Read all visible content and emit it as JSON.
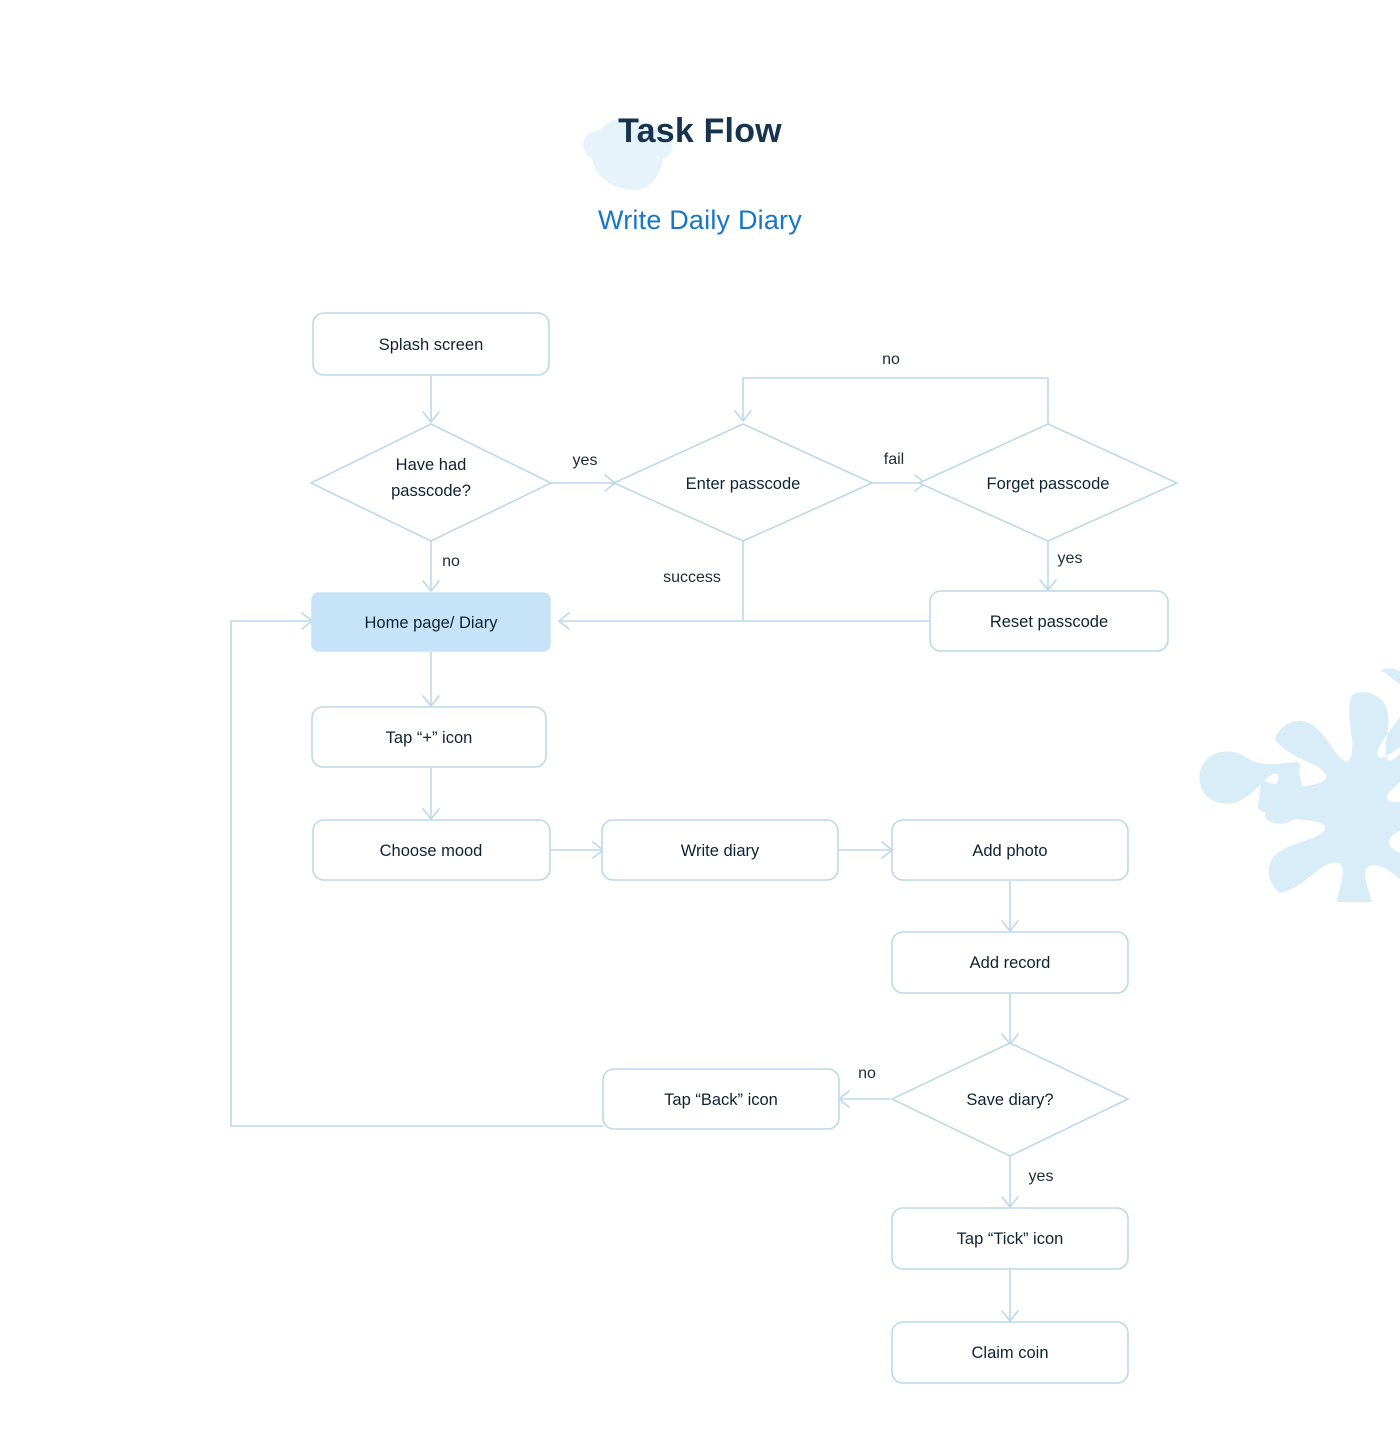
{
  "header": {
    "title": "Task Flow",
    "subtitle": "Write Daily Diary",
    "title_color": "#16344d",
    "subtitle_color": "#1577c9",
    "blob_color": "#e7f3fb"
  },
  "theme": {
    "node_border": "#bcd9ec",
    "node_fill": "#ffffff",
    "highlight_fill": "#c6e3f8",
    "edge_color": "#bcd9ec",
    "text_color": "#0f2233",
    "background": "#ffffff",
    "decoration_color": "#d9edf8"
  },
  "decoration": {
    "name": "coral-branch"
  },
  "flow": {
    "nodes": [
      {
        "id": "splash",
        "type": "process",
        "label": "Splash screen",
        "highlight": false
      },
      {
        "id": "havehad",
        "type": "decision",
        "label_line1": "Have had",
        "label_line2": "passcode?",
        "highlight": false
      },
      {
        "id": "enterpass",
        "type": "decision",
        "label": "Enter passcode",
        "highlight": false
      },
      {
        "id": "forgetpass",
        "type": "decision",
        "label": "Forget passcode",
        "highlight": false
      },
      {
        "id": "resetpass",
        "type": "process",
        "label": "Reset passcode",
        "highlight": false
      },
      {
        "id": "home",
        "type": "process",
        "label": "Home page/ Diary",
        "highlight": true
      },
      {
        "id": "tapplus",
        "type": "process",
        "label": "Tap “+” icon",
        "highlight": false
      },
      {
        "id": "choosemood",
        "type": "process",
        "label": "Choose mood",
        "highlight": false
      },
      {
        "id": "writediary",
        "type": "process",
        "label": "Write diary",
        "highlight": false
      },
      {
        "id": "addphoto",
        "type": "process",
        "label": "Add photo",
        "highlight": false
      },
      {
        "id": "addrecord",
        "type": "process",
        "label": "Add record",
        "highlight": false
      },
      {
        "id": "savediary",
        "type": "decision",
        "label": "Save diary?",
        "highlight": false
      },
      {
        "id": "tapback",
        "type": "process",
        "label": "Tap “Back” icon",
        "highlight": false
      },
      {
        "id": "taptick",
        "type": "process",
        "label": "Tap “Tick” icon",
        "highlight": false
      },
      {
        "id": "claimcoin",
        "type": "process",
        "label": "Claim coin",
        "highlight": false
      }
    ],
    "edge_labels": {
      "havehad_yes": "yes",
      "havehad_no": "no",
      "enter_fail": "fail",
      "enter_success": "success",
      "forget_no": "no",
      "forget_yes": "yes",
      "save_no": "no",
      "save_yes": "yes"
    }
  }
}
